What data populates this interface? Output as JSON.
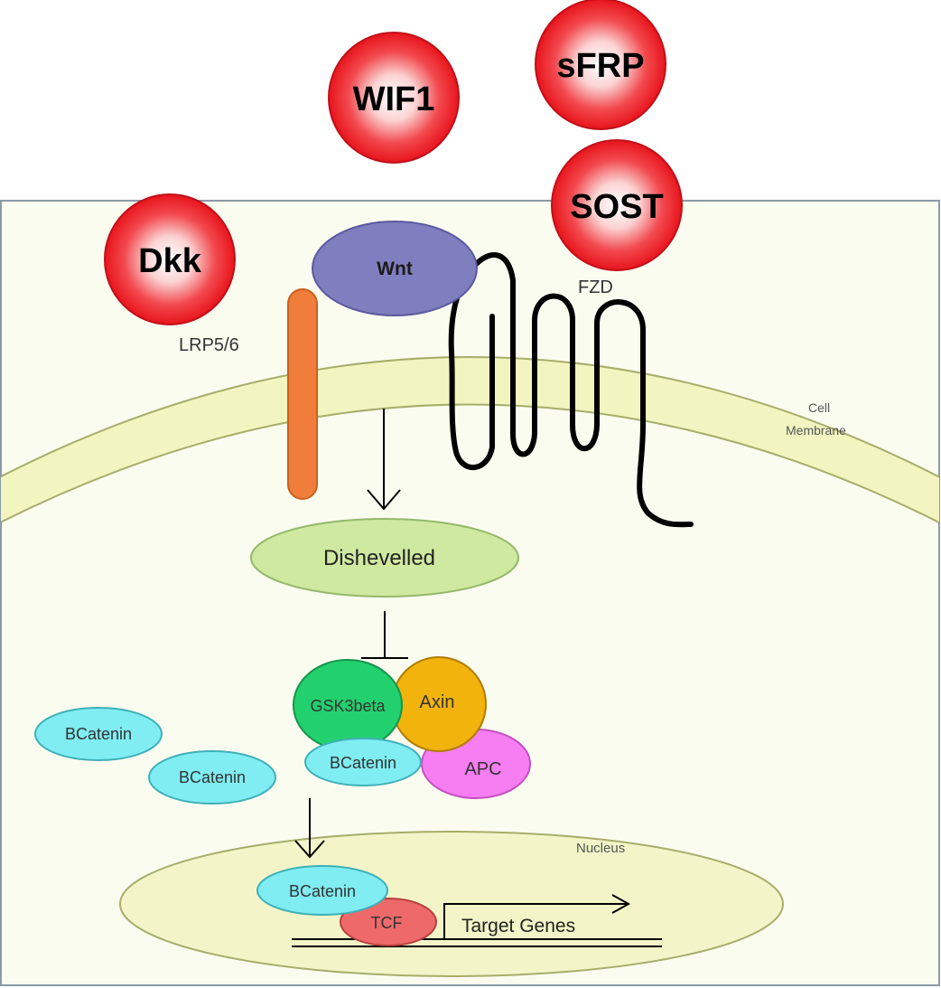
{
  "diagram": {
    "inhibitors": {
      "wif1": "WIF1",
      "sfrp": "sFRP",
      "sost": "SOST",
      "dkk": "Dkk"
    },
    "receptors": {
      "wnt": "Wnt",
      "fzd": "FZD",
      "lrp": "LRP5/6"
    },
    "membrane": {
      "line1": "Cell",
      "line2": "Membrane"
    },
    "cytoplasm": {
      "dishevelled": "Dishevelled",
      "gsk3beta": "GSK3beta",
      "axin": "Axin",
      "apc": "APC",
      "complex_bcatenin": "BCatenin",
      "free_bcatenin_1": "BCatenin",
      "free_bcatenin_2": "BCatenin"
    },
    "nucleus": {
      "label": "Nucleus",
      "bcatenin": "BCatenin",
      "tcf": "TCF",
      "target_genes": "Target Genes"
    },
    "colors": {
      "inhibitor_red": "#e8141c",
      "wnt_purple": "#7f7fbf",
      "lrp_orange": "#f07d3a",
      "membrane_yellow": "#f3f5c0",
      "cell_fill": "#fbfcf0",
      "dishevelled_green": "#cfe9a0",
      "gsk_green": "#22d16e",
      "axin_orange": "#f2b30c",
      "apc_pink": "#f77df2",
      "bcatenin_cyan": "#7fedf2",
      "tcf_red": "#ee6a6a",
      "nucleus_yellow": "#f3f5c8"
    }
  }
}
